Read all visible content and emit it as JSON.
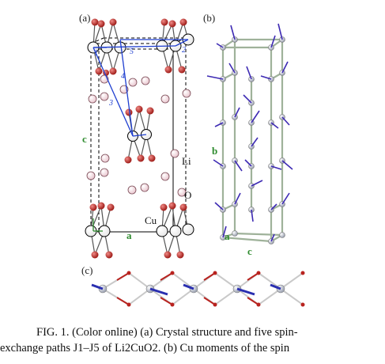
{
  "figure": {
    "panel_labels": {
      "a": "(a)",
      "b": "(b)",
      "c": "(c)"
    },
    "panel_a": {
      "atom_labels": {
        "li": "Li",
        "o": "O",
        "cu": "Cu"
      },
      "axis_labels": {
        "c": "c",
        "a": "a"
      },
      "path_labels": [
        "1",
        "2",
        "3",
        "4",
        "5"
      ]
    },
    "panel_b": {
      "axis_labels": {
        "b": "b",
        "a": "a",
        "c": "c"
      }
    },
    "colors": {
      "oxygen": "#b8231f",
      "copper": "#ffffff",
      "lithium": "#f2d7de",
      "paths": "#1f3fd0",
      "axes": "#2e8b2e",
      "moments": "#3d2ab3",
      "cage": "#9fb29a"
    }
  },
  "caption": {
    "line1": "FIG. 1. (Color online) (a) Crystal structure and five spin-",
    "line2": "exchange paths J1–J5 of Li2CuO2. (b) Cu moments of the spin"
  }
}
